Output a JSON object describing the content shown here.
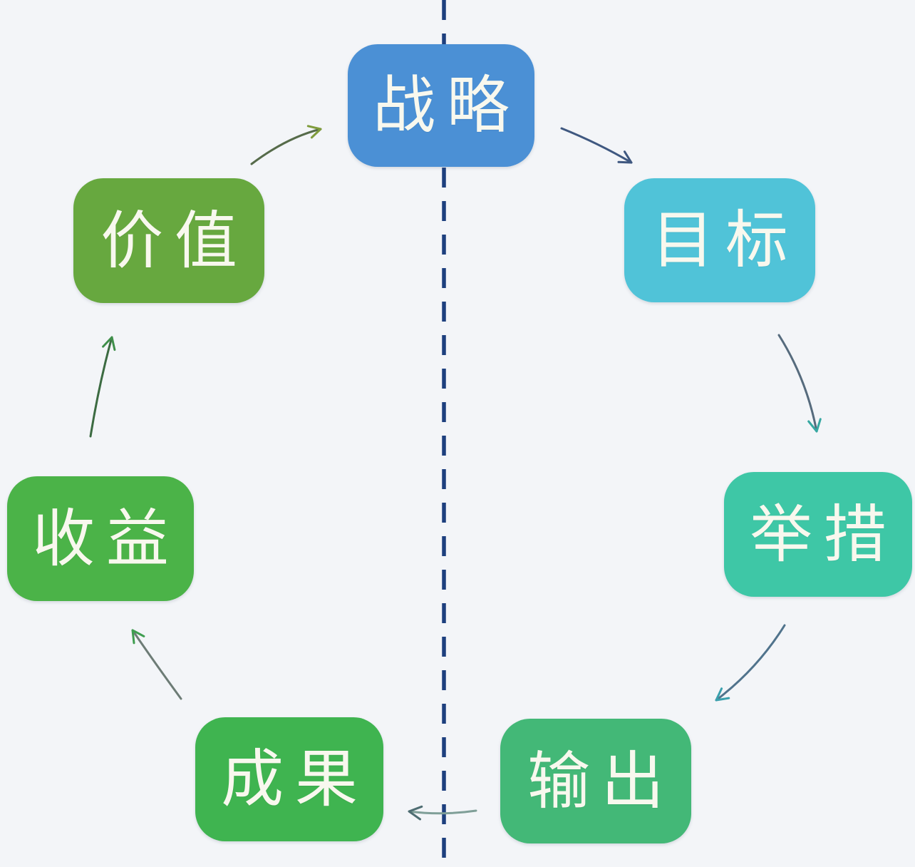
{
  "background": "#f3f5f8",
  "divider": {
    "color": "#1d3f7e"
  },
  "nodes": [
    {
      "id": "strategy",
      "label": "战略",
      "color": "#4b90d5"
    },
    {
      "id": "goal",
      "label": "目标",
      "color": "#50c3d8"
    },
    {
      "id": "initiative",
      "label": "举措",
      "color": "#3ec7a6"
    },
    {
      "id": "output",
      "label": "输出",
      "color": "#43b877"
    },
    {
      "id": "result",
      "label": "成果",
      "color": "#3fb450"
    },
    {
      "id": "benefit",
      "label": "收益",
      "color": "#4bb348"
    },
    {
      "id": "value",
      "label": "价值",
      "color": "#67a83f"
    }
  ],
  "arrows": [
    {
      "name": "value-to-strategy",
      "line_color": "#566b4a",
      "head_color": "#7f9c3c"
    },
    {
      "name": "strategy-to-goal",
      "line_color": "#3f5880",
      "head_color": "#3f5880"
    },
    {
      "name": "goal-to-initiative",
      "line_color": "#566b7d",
      "head_color": "#36a8a2"
    },
    {
      "name": "initiative-to-output",
      "line_color": "#50738c",
      "head_color": "#3aa0ad"
    },
    {
      "name": "output-to-result",
      "line_color": "#7f9f98",
      "head_color": "#4e6d72"
    },
    {
      "name": "result-to-benefit",
      "line_color": "#6d7c76",
      "head_color": "#3f9e50"
    },
    {
      "name": "benefit-to-value",
      "line_color": "#3c6b42",
      "head_color": "#3f8f4a"
    }
  ]
}
